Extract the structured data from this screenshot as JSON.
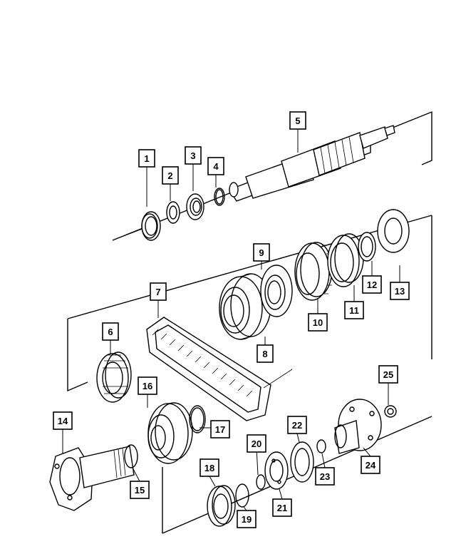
{
  "colors": {
    "line": "#000000",
    "background": "#ffffff"
  },
  "callouts": [
    {
      "id": "1",
      "label": "1"
    },
    {
      "id": "2",
      "label": "2"
    },
    {
      "id": "3",
      "label": "3"
    },
    {
      "id": "4",
      "label": "4"
    },
    {
      "id": "5",
      "label": "5"
    },
    {
      "id": "6",
      "label": "6"
    },
    {
      "id": "7",
      "label": "7"
    },
    {
      "id": "8",
      "label": "8"
    },
    {
      "id": "9",
      "label": "9"
    },
    {
      "id": "10",
      "label": "10"
    },
    {
      "id": "11",
      "label": "11"
    },
    {
      "id": "12",
      "label": "12"
    },
    {
      "id": "13",
      "label": "13"
    },
    {
      "id": "14",
      "label": "14"
    },
    {
      "id": "15",
      "label": "15"
    },
    {
      "id": "16",
      "label": "16"
    },
    {
      "id": "17",
      "label": "17"
    },
    {
      "id": "18",
      "label": "18"
    },
    {
      "id": "19",
      "label": "19"
    },
    {
      "id": "20",
      "label": "20"
    },
    {
      "id": "21",
      "label": "21"
    },
    {
      "id": "22",
      "label": "22"
    },
    {
      "id": "23",
      "label": "23"
    },
    {
      "id": "24",
      "label": "24"
    },
    {
      "id": "25",
      "label": "25"
    }
  ]
}
